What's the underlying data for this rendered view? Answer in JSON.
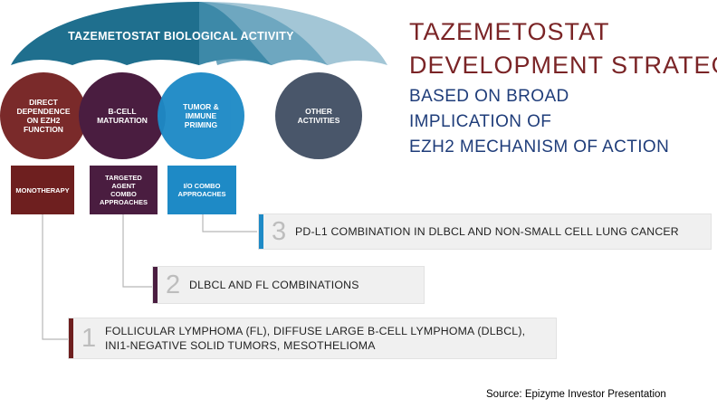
{
  "umbrella": {
    "title": "TAZEMETOSTAT BIOLOGICAL ACTIVITY",
    "colors": [
      "#1f6f8e",
      "#3f8aa8",
      "#6aa4bd",
      "#9fc3d3"
    ]
  },
  "circles": [
    {
      "label": "DIRECT\nDEPENDENCE\nON EZH2\nFUNCTION",
      "color": "#7a2a2a"
    },
    {
      "label": "B-CELL\nMATURATION",
      "color": "#4a1d40"
    },
    {
      "label": "TUMOR &\nIMMUNE\nPRIMING",
      "color": "#1e8ac6"
    },
    {
      "label": "OTHER\nACTIVITIES",
      "color": "#49566a"
    }
  ],
  "approaches": [
    {
      "label": "MONOTHERAPY",
      "color": "#6e1f1f"
    },
    {
      "label": "TARGETED\nAGENT\nCOMBO\nAPPROACHES",
      "color": "#4a1d40"
    },
    {
      "label": "I/O COMBO\nAPPROACHES",
      "color": "#1e8ac6"
    }
  ],
  "strategy": {
    "title_lines": [
      "TAZEMETOSTAT",
      "DEVELOPMENT STRATEGY"
    ],
    "subtitle_lines": [
      "BASED ON BROAD",
      "IMPLICATION OF",
      "EZH2 MECHANISM OF ACTION"
    ]
  },
  "programs": [
    {
      "number": "3",
      "text": "PD-L1 COMBINATION IN DLBCL AND NON-SMALL CELL LUNG CANCER",
      "color": "#1e8ac6"
    },
    {
      "number": "2",
      "text": "DLBCL AND FL COMBINATIONS",
      "color": "#4a1d40"
    },
    {
      "number": "1",
      "text": "FOLLICULAR LYMPHOMA (FL), DIFFUSE LARGE B-CELL LYMPHOMA (DLBCL),\nINI1-NEGATIVE SOLID TUMORS, MESOTHELIOMA",
      "color": "#6e1f1f"
    }
  ],
  "source": "Source:  Epizyme Investor Presentation"
}
